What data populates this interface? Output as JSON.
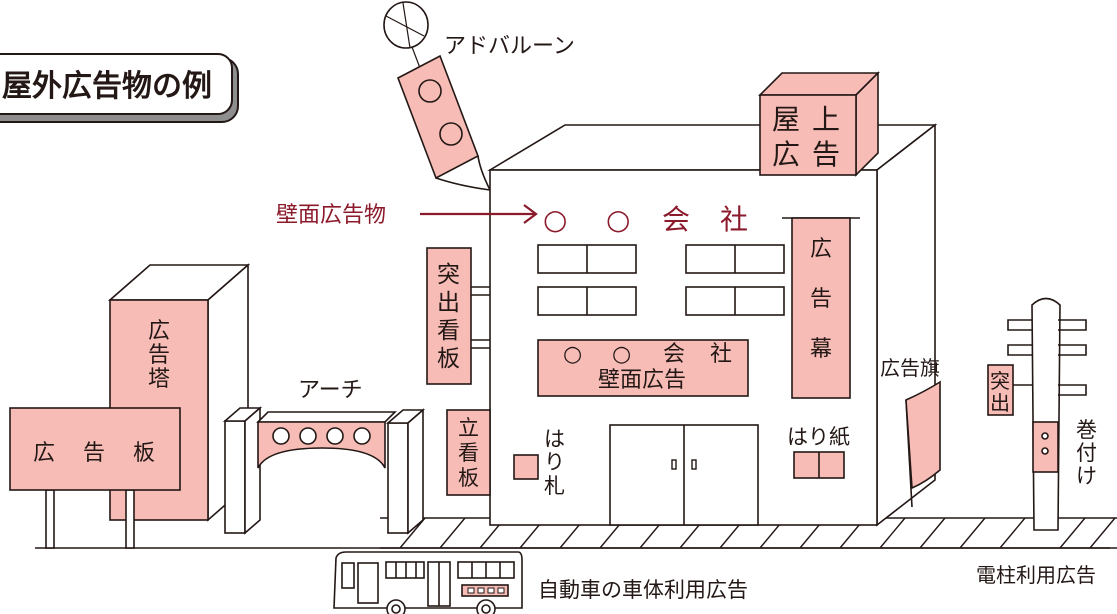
{
  "title": "屋外広告物の例",
  "colors": {
    "pink": "#f7bcb6",
    "line": "#231815",
    "accent": "#8b1a2b",
    "title_bg": "#8e8e8e"
  },
  "labels": {
    "ad_balloon": "アドバルーン",
    "rooftop_ad": [
      "屋",
      "上",
      "広",
      "告"
    ],
    "wall_ad_object": "壁面広告物",
    "company_sign": [
      "○",
      "○",
      "会",
      "社"
    ],
    "projecting_sign_vertical": [
      "突",
      "出",
      "看",
      "板"
    ],
    "projecting_sign_pole": [
      "突",
      "出"
    ],
    "wall_ad_panel": {
      "line1": [
        "○",
        "○",
        "会",
        "社"
      ],
      "line2": "壁面広告"
    },
    "ad_curtain": [
      "広",
      "告",
      "幕"
    ],
    "ad_tower": [
      "広",
      "告",
      "塔"
    ],
    "billboard": [
      "広",
      "告",
      "板"
    ],
    "arch": "アーチ",
    "standing_sign": [
      "立",
      "看",
      "板"
    ],
    "posted_bill": [
      "は",
      "り",
      "札"
    ],
    "posted_paper": "はり紙",
    "ad_flag": "広告旗",
    "wrap_ad": [
      "巻",
      "付",
      "け"
    ],
    "utility_pole_ad": "電柱利用広告",
    "vehicle_ad": "自動車の車体利用広告"
  }
}
